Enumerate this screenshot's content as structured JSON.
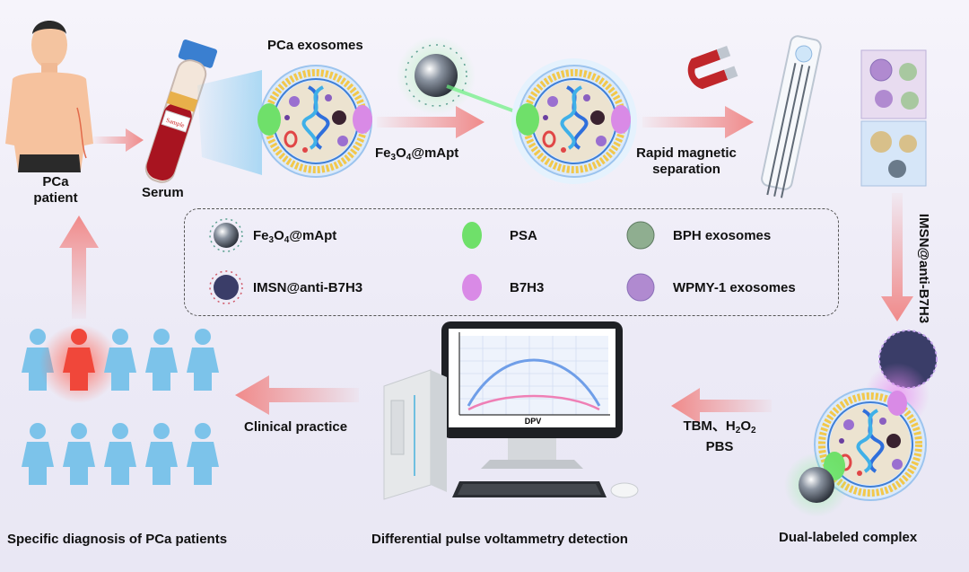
{
  "labels": {
    "pca_patient_line1": "PCa",
    "pca_patient_line2": "patient",
    "serum": "Serum",
    "pca_exosomes": "PCa exosomes",
    "fe3o4_prefix": "Fe",
    "fe3o4_sub1": "3",
    "fe3o4_mid": "O",
    "fe3o4_sub2": "4",
    "fe3o4_suffix": "@mApt",
    "rapid_line1": "Rapid magnetic",
    "rapid_line2": "separation",
    "imsn_vertical": "IMSN@anti-B7H3",
    "reagent_tbm": "TBM、H",
    "reagent_sub1": "2",
    "reagent_o": "O",
    "reagent_sub2": "2",
    "reagent_pbs": "PBS",
    "dual_labeled": "Dual-labeled complex",
    "dpv_detection": "Differential pulse voltammetry detection",
    "clinical_practice": "Clinical practice",
    "specific_diagnosis": "Specific diagnosis of PCa patients",
    "dpv_axis": "DPV",
    "tube_label": "Sample"
  },
  "legend": {
    "fe3o4": {
      "prefix": "Fe",
      "sub1": "3",
      "mid": "O",
      "sub2": "4",
      "suffix": "@mApt"
    },
    "imsn": "IMSN@anti-B7H3",
    "psa": "PSA",
    "b7h3": "B7H3",
    "bph": "BPH exosomes",
    "wpmy": "WPMY-1 exosomes"
  },
  "colors": {
    "arrow": "#f08a8a",
    "psa": "#6fe06a",
    "b7h3": "#d98ae6",
    "person_blue": "#7cc3ea",
    "person_red": "#f0473a",
    "dpv_blue": "#6f9ee8",
    "dpv_pink": "#ef7fb5"
  }
}
